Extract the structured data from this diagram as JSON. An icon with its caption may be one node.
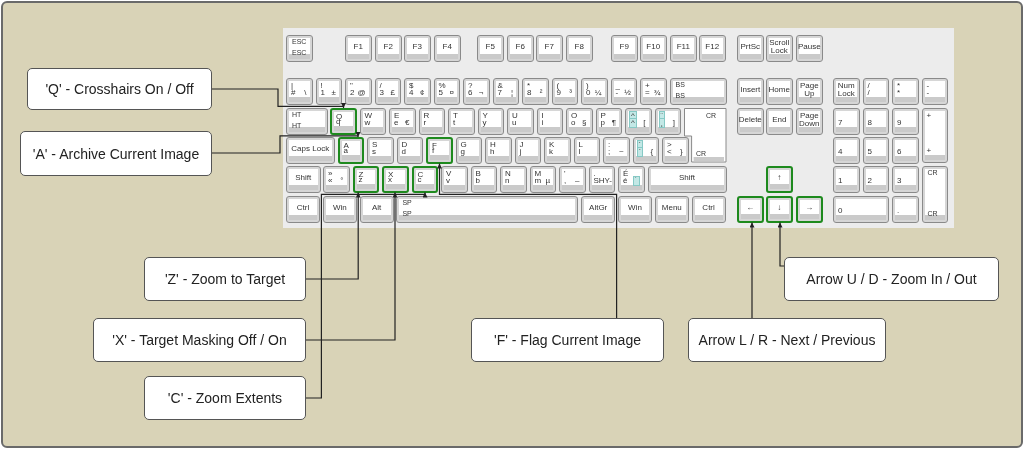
{
  "diagram": {
    "nodes": [
      {
        "text": [
          "ESC",
          "ESC"
        ]
      },
      {
        "text": [
          "F1"
        ]
      },
      {
        "text": [
          "F2"
        ]
      },
      {
        "text": [
          "F3"
        ]
      },
      {
        "text": [
          "F4"
        ]
      },
      {
        "text": [
          "F5"
        ]
      },
      {
        "text": [
          "F6"
        ]
      },
      {
        "text": [
          "F7"
        ]
      },
      {
        "text": [
          "F8"
        ]
      },
      {
        "text": [
          "F9"
        ]
      },
      {
        "text": [
          "F10"
        ]
      },
      {
        "text": [
          "F11"
        ]
      },
      {
        "text": [
          "F12"
        ]
      },
      {
        "text": [
          "PrtSc"
        ]
      },
      {
        "text": [
          "Scroll Lock"
        ]
      },
      {
        "text": [
          "Pause"
        ]
      },
      {
        "text": [
          "|",
          "#",
          "\\"
        ]
      },
      {
        "text": [
          "!",
          "1",
          "±"
        ]
      },
      {
        "text": [
          "\"",
          "2",
          "@"
        ]
      },
      {
        "text": [
          "/",
          "3",
          "£"
        ]
      },
      {
        "text": [
          "$",
          "4",
          "¢"
        ]
      },
      {
        "text": [
          "%",
          "5",
          "¤"
        ]
      },
      {
        "text": [
          "?",
          "6",
          "¬"
        ]
      },
      {
        "text": [
          "&",
          "7",
          "¦"
        ]
      },
      {
        "text": [
          "*",
          "8",
          "²"
        ]
      },
      {
        "text": [
          "(",
          "9",
          "³"
        ]
      },
      {
        "text": [
          ")",
          "0",
          "¼"
        ]
      },
      {
        "text": [
          "_",
          "-",
          "½"
        ]
      },
      {
        "text": [
          "+",
          "=",
          "¾"
        ]
      },
      {
        "text": [
          "BS",
          "BS"
        ]
      },
      {
        "text": [
          "Insert"
        ]
      },
      {
        "text": [
          "Home"
        ]
      },
      {
        "text": [
          "Page Up"
        ]
      },
      {
        "text": [
          "Num Lock"
        ]
      },
      {
        "text": [
          "/",
          "/"
        ]
      },
      {
        "text": [
          "*",
          "*"
        ]
      },
      {
        "text": [
          "-",
          "-"
        ]
      },
      {
        "text": [
          "HT",
          "HT"
        ]
      },
      {
        "text": [
          "Q",
          "q"
        ]
      },
      {
        "text": [
          "W",
          "w"
        ]
      },
      {
        "text": [
          "E",
          "e",
          "€"
        ]
      },
      {
        "text": [
          "R",
          "r"
        ]
      },
      {
        "text": [
          "T",
          "t"
        ]
      },
      {
        "text": [
          "Y",
          "y"
        ]
      },
      {
        "text": [
          "U",
          "u"
        ]
      },
      {
        "text": [
          "I",
          "i"
        ]
      },
      {
        "text": [
          "O",
          "o",
          "§"
        ]
      },
      {
        "text": [
          "P",
          "p",
          "¶"
        ]
      },
      {
        "text": [
          "^",
          "^",
          "["
        ]
      },
      {
        "text": [
          "¨",
          "¸",
          "]"
        ]
      },
      {
        "text": [
          "CR",
          "CR"
        ]
      },
      {
        "text": [
          "Delete"
        ]
      },
      {
        "text": [
          "End"
        ]
      },
      {
        "text": [
          "Page Down"
        ]
      },
      {
        "text": [
          "7"
        ]
      },
      {
        "text": [
          "8"
        ]
      },
      {
        "text": [
          "9"
        ]
      },
      {
        "text": [
          "+",
          "+"
        ]
      },
      {
        "text": [
          "Caps Lock"
        ]
      },
      {
        "text": [
          "A",
          "a"
        ]
      },
      {
        "text": [
          "S",
          "s"
        ]
      },
      {
        "text": [
          "D",
          "d"
        ]
      },
      {
        "text": [
          "F",
          "f"
        ]
      },
      {
        "text": [
          "G",
          "g"
        ]
      },
      {
        "text": [
          "H",
          "h"
        ]
      },
      {
        "text": [
          "J",
          "j"
        ]
      },
      {
        "text": [
          "K",
          "k"
        ]
      },
      {
        "text": [
          "L",
          "l"
        ]
      },
      {
        "text": [
          ":",
          ";",
          "~"
        ]
      },
      {
        "text": [
          "´",
          "`",
          "{"
        ]
      },
      {
        "text": [
          ">",
          "<",
          "}"
        ]
      },
      {
        "text": [
          "4"
        ]
      },
      {
        "text": [
          "5"
        ]
      },
      {
        "text": [
          "6"
        ]
      },
      {
        "text": [
          "Shift"
        ]
      },
      {
        "text": [
          "»",
          "«",
          "°"
        ]
      },
      {
        "text": [
          "Z",
          "z"
        ]
      },
      {
        "text": [
          "X",
          "x"
        ]
      },
      {
        "text": [
          "C",
          "c"
        ]
      },
      {
        "text": [
          "V",
          "v"
        ]
      },
      {
        "text": [
          "B",
          "b"
        ]
      },
      {
        "text": [
          "N",
          "n"
        ]
      },
      {
        "text": [
          "M",
          "m",
          "µ"
        ]
      },
      {
        "text": [
          "'",
          ",",
          "–"
        ]
      },
      {
        "text": [
          ".",
          "SHY-"
        ]
      },
      {
        "text": [
          "É",
          "é",
          "˙"
        ]
      },
      {
        "text": [
          "Shift"
        ]
      },
      {
        "text": [
          "↑"
        ]
      },
      {
        "text": [
          "1"
        ]
      },
      {
        "text": [
          "2"
        ]
      },
      {
        "text": [
          "3"
        ]
      },
      {
        "text": [
          "CR",
          "CR"
        ]
      },
      {
        "text": [
          "Ctrl"
        ]
      },
      {
        "text": [
          "Win"
        ]
      },
      {
        "text": [
          "Alt"
        ]
      },
      {
        "text": [
          "SP",
          "SP"
        ]
      },
      {
        "text": [
          "AltGr"
        ]
      },
      {
        "text": [
          "Win"
        ]
      },
      {
        "text": [
          "Menu"
        ]
      },
      {
        "text": [
          "Ctrl"
        ]
      },
      {
        "text": [
          "←"
        ]
      },
      {
        "text": [
          "↓"
        ]
      },
      {
        "text": [
          "→"
        ]
      },
      {
        "text": [
          "0"
        ]
      },
      {
        "text": [
          "."
        ]
      },
      {
        "text": [
          "'Q' - Crosshairs On / Off"
        ]
      },
      {
        "text": [
          "'A' - Archive Current Image"
        ]
      },
      {
        "text": [
          "'Z' - Zoom to Target"
        ]
      },
      {
        "text": [
          "'X' - Target Masking Off / On"
        ]
      },
      {
        "text": [
          "'C' - Zoom Extents"
        ]
      },
      {
        "text": [
          "'F' - Flag Current Image"
        ]
      },
      {
        "text": [
          "Arrow L / R - Next / Previous"
        ]
      },
      {
        "text": [
          "Arrow U / D - Zoom In / Out"
        ]
      }
    ],
    "edges": [
      {
        "from": 105,
        "to": 38,
        "arrow": "to"
      },
      {
        "from": 106,
        "to": 59,
        "arrow": "to"
      },
      {
        "from": 107,
        "to": 76,
        "arrow": "to"
      },
      {
        "from": 108,
        "to": 77,
        "arrow": "to"
      },
      {
        "from": 109,
        "to": 78,
        "arrow": "to"
      },
      {
        "from": 110,
        "to": 62,
        "arrow": "to"
      },
      {
        "from": 111,
        "to": 100,
        "arrow": "to"
      },
      {
        "from": 112,
        "to": 101,
        "arrow": "to"
      }
    ]
  }
}
